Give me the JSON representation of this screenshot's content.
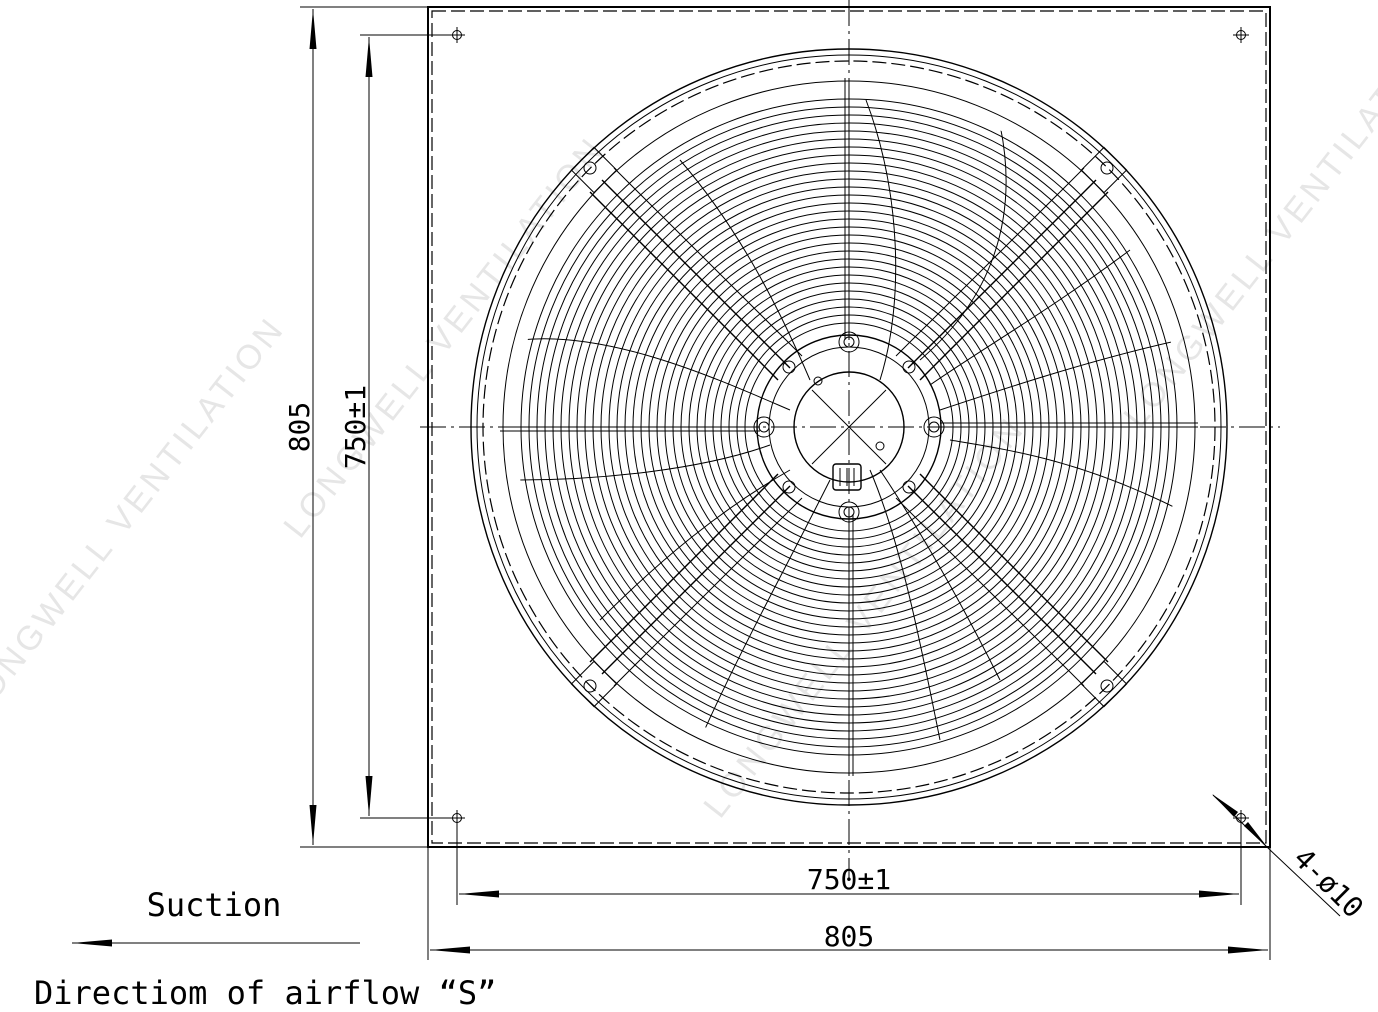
{
  "drawing": {
    "dimensions": {
      "overall_width": "805",
      "overall_height": "805",
      "hole_pitch_width": "750±1",
      "hole_pitch_height": "750±1",
      "mounting_holes": "4-ø10"
    },
    "airflow": {
      "label": "Suction",
      "caption": "Directiom of airflow “S”"
    },
    "watermark": "LONGWELL VENTILATION"
  }
}
